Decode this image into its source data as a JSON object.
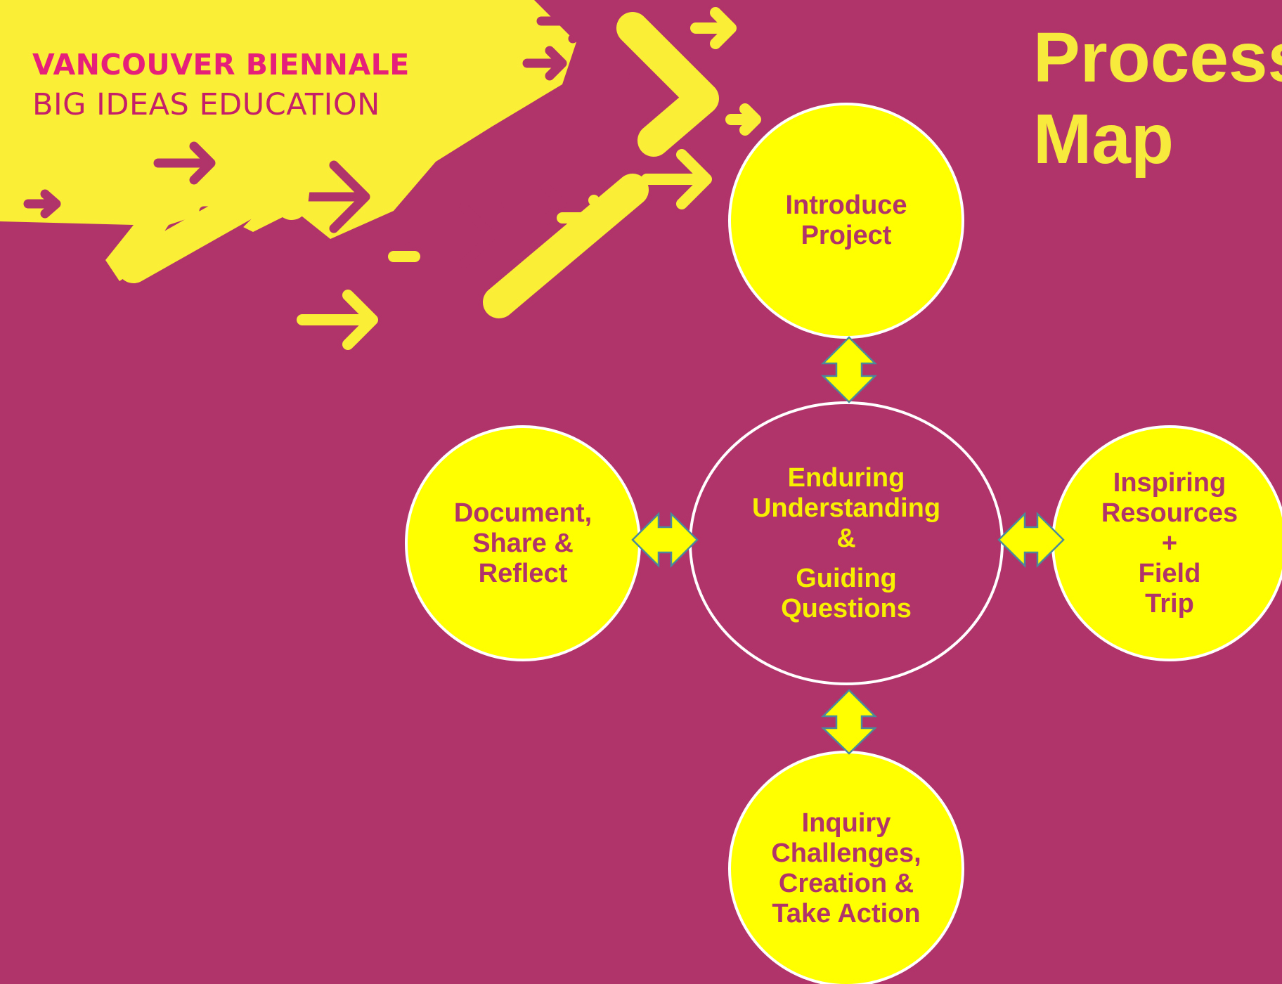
{
  "brand": {
    "line1": "VANCOUVER BIENNALE",
    "line2": "BIG IDEAS EDUCATION"
  },
  "title": {
    "line1": "Process",
    "line2": "Map"
  },
  "colors": {
    "background": "#b0336a",
    "yellow": "#ffff00",
    "banner_yellow": "#fbee37",
    "title_yellow": "#f7ea3c",
    "node_text": "#b0336a",
    "brand_pink": "#e6207a"
  },
  "nodes": {
    "center": {
      "lines": [
        "Enduring",
        "Understanding",
        "&"
      ],
      "lines2": [
        "Guiding",
        "Questions"
      ]
    },
    "top": {
      "lines": [
        "Introduce",
        "Project"
      ]
    },
    "left": {
      "lines": [
        "Document,",
        "Share &",
        "Reflect"
      ]
    },
    "right": {
      "lines": [
        "Inspiring",
        "Resources",
        "+",
        "Field",
        "Trip"
      ]
    },
    "bottom": {
      "lines": [
        "Inquiry",
        "Challenges,",
        "Creation &",
        "Take Action"
      ]
    }
  },
  "connectors": [
    "double-arrow-vertical",
    "double-arrow-vertical",
    "double-arrow-horizontal",
    "double-arrow-horizontal"
  ]
}
